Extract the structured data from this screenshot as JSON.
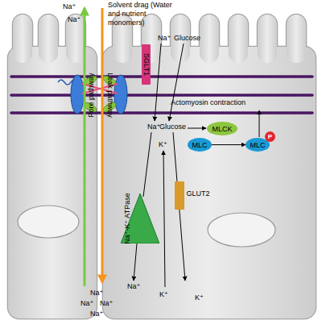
{
  "diagram": {
    "nodes": [
      {
        "text": [
          "SGLT1"
        ]
      },
      {
        "text": [
          "MLCK"
        ]
      },
      {
        "text": [
          "MLC"
        ]
      },
      {
        "text": [
          "MLC"
        ]
      },
      {
        "text": [
          "P"
        ],
        "in": 3
      },
      {
        "text": [
          "GLUT2"
        ]
      },
      {
        "text": [
          "Na⁺-K⁺ ATPase"
        ]
      }
    ],
    "edges": [
      {
        "from": 2,
        "to": 3,
        "arrow": "to"
      }
    ],
    "labels": [
      "Na⁺",
      "Na⁺",
      "Solvent drag (Water and nutrient monomers)",
      "Na⁺",
      "Glucose",
      "Pore pathway",
      "Leak pathway",
      "Actomyosin contraction",
      "Na⁺",
      "Glucose",
      "K⁺",
      "Na⁺",
      "Na⁺",
      "Na⁺",
      "Na⁺",
      "Na⁺",
      "K⁺",
      "K⁺"
    ]
  }
}
